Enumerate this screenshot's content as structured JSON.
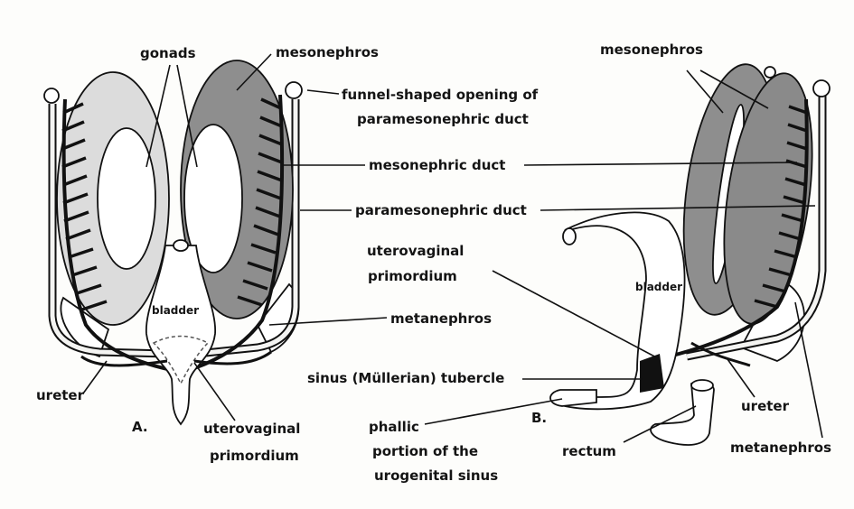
{
  "colors": {
    "mesonephros_fill": "#8e8e8e",
    "gonad_fill": "#d9d9d9",
    "outline": "#111111",
    "background": "#fdfdfb"
  },
  "panel_a": {
    "letter": "A.",
    "labels": {
      "gonads": "gonads",
      "mesonephros": "mesonephros",
      "funnel_line1": "funnel-shaped opening of",
      "funnel_line2": "paramesonephric duct",
      "mesonephric_duct": "mesonephric duct",
      "paramesonephric_duct": "paramesonephric duct",
      "bladder": "bladder",
      "metanephros": "metanephros",
      "ureter": "ureter",
      "uterovaginal_line1": "uterovaginal",
      "uterovaginal_line2": "primordium"
    }
  },
  "panel_b": {
    "letter": "B.",
    "labels": {
      "mesonephros": "mesonephros",
      "uterovaginal_line1": "uterovaginal",
      "uterovaginal_line2": "primordium",
      "bladder": "bladder",
      "sinus_tubercle": "sinus (Müllerian) tubercle",
      "phallic_line1": "phallic",
      "phallic_line2": "portion of the",
      "phallic_line3": "urogenital sinus",
      "rectum": "rectum",
      "ureter": "ureter",
      "metanephros": "metanephros"
    }
  }
}
